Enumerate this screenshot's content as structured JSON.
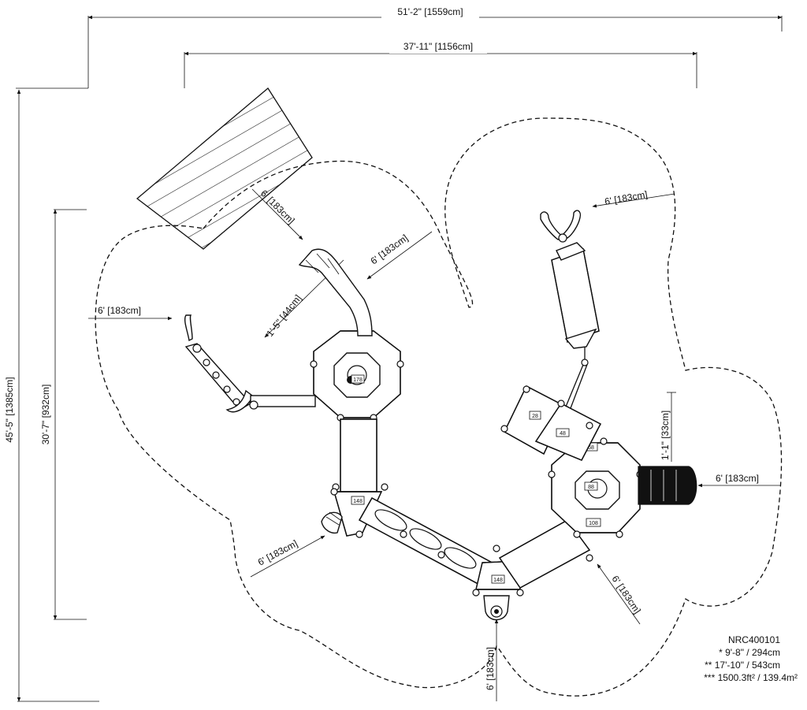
{
  "overall": {
    "width_label": "51'-2\" [1559cm]",
    "inner_width_label": "37'-11\" [1156cm]",
    "height_label": "45'-5\" [1385cm]",
    "inner_height_label": "30'-7\" [932cm]"
  },
  "clearances": {
    "left": "6' [183cm]",
    "slide_top": "6' [183cm]",
    "slide_side": "6' [183cm]",
    "ladder_top": "6' [183cm]",
    "right": "6' [183cm]",
    "bottom_left": "6' [183cm]",
    "bottom_right": "6' [183cm]",
    "bottom": "6' [183cm]",
    "slide_width": "1'-5\" [44cm]",
    "panel_depth": "1'-1\" [33cm]"
  },
  "deck_tags": {
    "t178": "178",
    "t148a": "148",
    "t148b": "148",
    "t28": "28",
    "t48": "48",
    "t68": "68",
    "t88": "88",
    "t108": "108"
  },
  "info": {
    "model": "NRC400101",
    "line1": "* 9'-8\" / 294cm",
    "line2": "** 17'-10\" / 543cm",
    "line3": "*** 1500.3ft² / 139.4m²"
  },
  "colors": {
    "line": "#111111",
    "background": "#ffffff"
  }
}
